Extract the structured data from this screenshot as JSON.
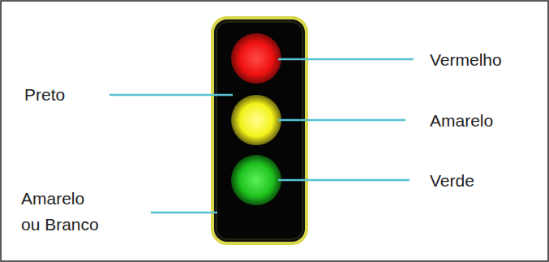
{
  "diagram": {
    "labels": [
      "Vermelho",
      "Amarelo",
      "Verde",
      "Preto",
      "Amarelo ou Branco"
    ]
  }
}
